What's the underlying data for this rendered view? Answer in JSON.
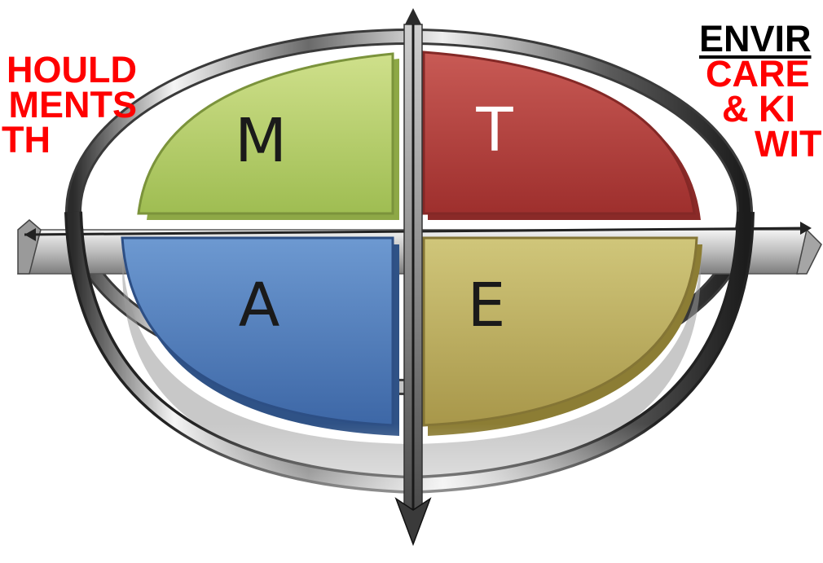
{
  "left_text": {
    "line1": "HOULD",
    "line2": "MENTS",
    "line3": "TH"
  },
  "right_text": {
    "heading": "ENVIR",
    "line1": "CARE",
    "line2": "& KI",
    "line3": "WIT"
  },
  "quadrants": [
    {
      "letter": "M",
      "color": "#b8d16b"
    },
    {
      "letter": "T",
      "color": "#b5413f"
    },
    {
      "letter": "A",
      "color": "#4f7fbf"
    },
    {
      "letter": "E",
      "color": "#bdb05f"
    }
  ],
  "text_colors": {
    "accent": "#ff0000",
    "heading": "#000000"
  }
}
